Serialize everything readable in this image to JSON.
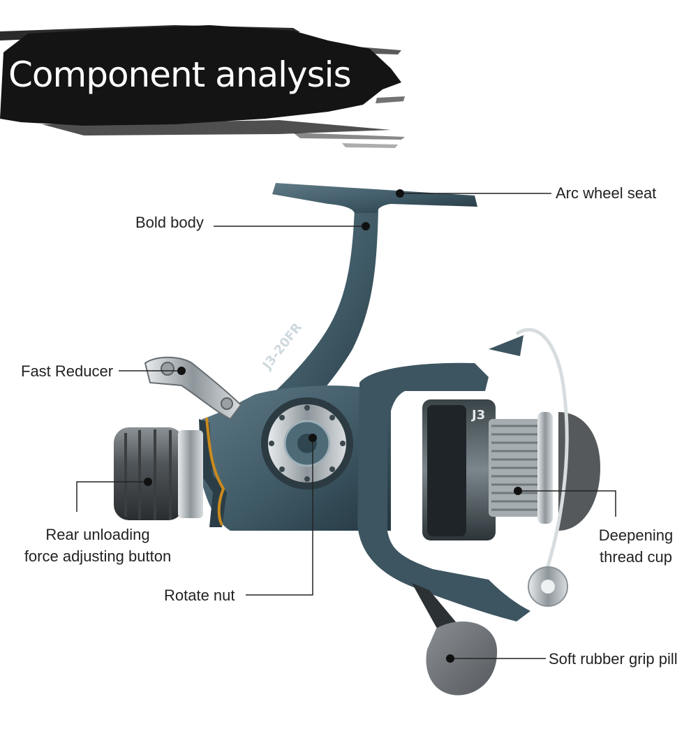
{
  "header": {
    "title": "Component analysis"
  },
  "reel": {
    "model_marking": "J3-20FR",
    "spool_marking": "J3"
  },
  "callouts": {
    "arc_wheel_seat": "Arc wheel seat",
    "bold_body": "Bold body",
    "fast_reducer": "Fast Reducer",
    "rear_button_line1": "Rear unloading",
    "rear_button_line2": "force adjusting button",
    "rotate_nut": "Rotate nut",
    "thread_cup_line1": "Deepening",
    "thread_cup_line2": "thread cup",
    "grip_pill": "Soft rubber grip pill"
  },
  "colors": {
    "background": "#ffffff",
    "brush": "#141414",
    "reel_body": "#3f5a66",
    "chrome": "#b9bec2",
    "grip": "#6f7377",
    "accent": "#c98a1d",
    "text": "#222222",
    "leader": "#222222"
  }
}
